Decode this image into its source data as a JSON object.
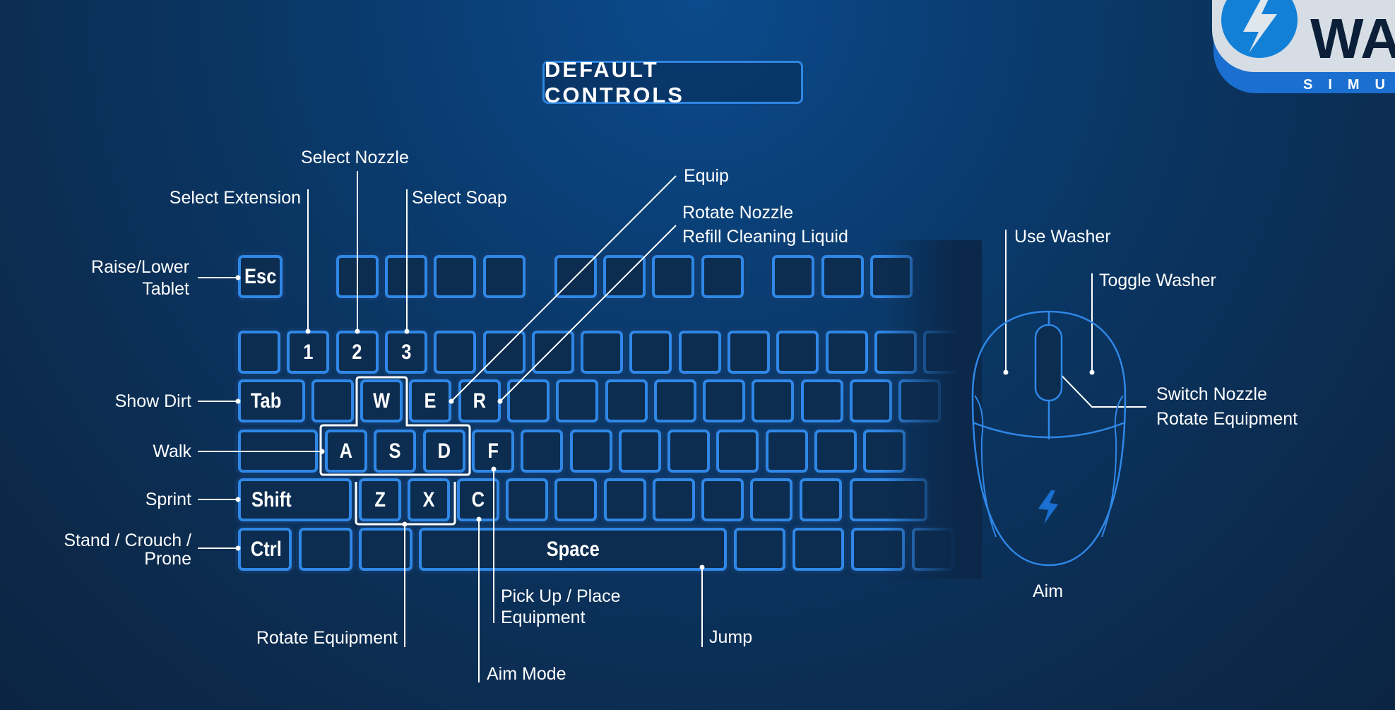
{
  "title": "DEFAULT CONTROLS",
  "logo": {
    "text": "SIMU",
    "accent": "#1a78d6"
  },
  "keys": {
    "esc": "Esc",
    "k1": "1",
    "k2": "2",
    "k3": "3",
    "tab": "Tab",
    "w": "W",
    "e": "E",
    "r": "R",
    "a": "A",
    "s": "S",
    "d": "D",
    "f": "F",
    "shift": "Shift",
    "z": "Z",
    "x": "X",
    "c": "C",
    "ctrl": "Ctrl",
    "space": "Space"
  },
  "labels": {
    "select_extension": "Select Extension",
    "select_nozzle": "Select Nozzle",
    "select_soap": "Select Soap",
    "equip": "Equip",
    "rotate_nozzle": "Rotate Nozzle",
    "refill": "Refill Cleaning Liquid",
    "raise_lower_1": "Raise/Lower",
    "raise_lower_2": "Tablet",
    "show_dirt": "Show Dirt",
    "walk": "Walk",
    "sprint": "Sprint",
    "stand_1": "Stand / Crouch /",
    "stand_2": "Prone",
    "rotate_equipment": "Rotate Equipment",
    "aim_mode": "Aim Mode",
    "pickup_1": "Pick Up / Place",
    "pickup_2": "Equipment",
    "jump": "Jump"
  },
  "mouse": {
    "use_washer": "Use Washer",
    "toggle_washer": "Toggle Washer",
    "switch_nozzle": "Switch Nozzle",
    "rotate_equipment": "Rotate Equipment",
    "aim": "Aim"
  },
  "colors": {
    "key_border": "#2f87e6",
    "background": "#0a3868"
  }
}
